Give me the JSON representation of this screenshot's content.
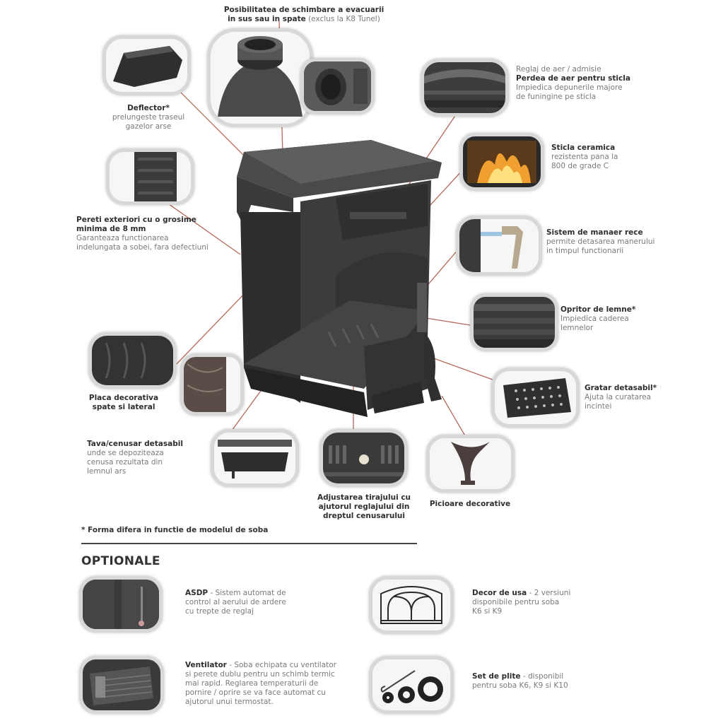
{
  "callouts": {
    "evacuare": {
      "title_line1": "Posibilitatea de schimbare a evacuarii",
      "title_line2": "in sus sau in spate",
      "note": " (exclus la K8 Tunel)"
    },
    "deflector": {
      "title": "Deflector*",
      "desc1": "prelungeste traseul",
      "desc2": "gazelor arse"
    },
    "perdea": {
      "pre": "Reglaj de aer / admisie",
      "title": "Perdea de aer pentru sticla",
      "desc1": "Impiedica depunerile majore",
      "desc2": "de funingine pe sticla"
    },
    "sticla": {
      "title": "Sticla ceramica",
      "desc1": "rezistenta pana la",
      "desc2": "800 de grade C"
    },
    "pereti": {
      "title1": "Pereti exteriori cu o grosime",
      "title2": "minima de 8 mm",
      "desc1": "Garanteaza functionarea",
      "desc2": "indelungata a sobei, fara defectiuni"
    },
    "manaer": {
      "title": "Sistem de manaer rece",
      "desc1": "permite detasarea manerului",
      "desc2": "in timpul functionarii"
    },
    "opritor": {
      "title": "Opritor de lemne*",
      "desc1": "Impiedica caderea",
      "desc2": "lemnelor"
    },
    "gratar": {
      "title": "Gratar detasabil*",
      "desc1": "Ajuta la curatarea",
      "desc2": "incintei"
    },
    "placa": {
      "title1": "Placa decorativa",
      "title2": "spate si lateral"
    },
    "tava": {
      "title": "Tava/cenusar detasabil",
      "desc1": "unde se depoziteaza",
      "desc2": "cenusa rezultata din",
      "desc3": "lemnul ars"
    },
    "tiraj": {
      "line1": "Adjustarea tirajului cu",
      "line2": "ajutorul reglajului din",
      "line3": "dreptul cenusarului"
    },
    "picioare": {
      "title": "Picioare decorative"
    }
  },
  "footnote": "* Forma difera in functie de modelul de soba",
  "optionale": {
    "heading": "OPTIONALE",
    "items": [
      {
        "title": "ASDP",
        "sep": " - ",
        "desc1": "Sistem automat de",
        "desc2": "control al aerului de ardere",
        "desc3": "cu trepte de reglaj"
      },
      {
        "title": "Decor de usa",
        "sep": " - ",
        "desc1": "2 versiuni",
        "desc2": "disponibile pentru soba",
        "desc3": "K6 si K9"
      },
      {
        "title": "Ventilator",
        "sep": " - ",
        "desc1": "Soba echipata cu ventilator",
        "desc2": "si perete dublu pentru un schimb termic",
        "desc3": "mai rapid. Reglarea temperaturii de",
        "desc4": "pornire / oprire se va face automat cu",
        "desc5": "ajutorul unui termostat."
      },
      {
        "title": "Set de plite",
        "sep": " - ",
        "desc1": "disponibil",
        "desc2": "pentru soba K6, K9 si K10"
      }
    ]
  },
  "colors": {
    "leader_line": "#b5675a",
    "thumb_border": "#d8d8d8",
    "cast_iron": "#3a3a3a",
    "flame": "#e88a2a"
  }
}
